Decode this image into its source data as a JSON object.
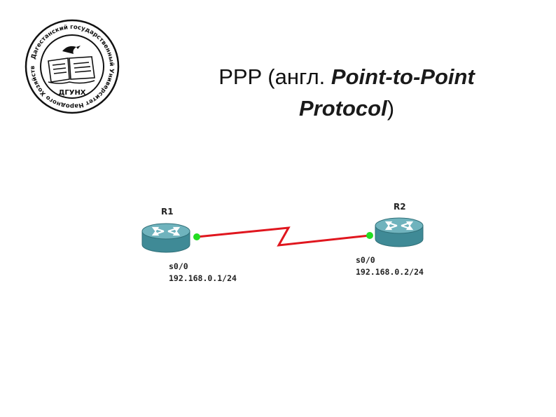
{
  "logo": {
    "ring_text": "Дагестанский государственный Университет Народного Хозяйства",
    "abbrev": "ДГУНХ"
  },
  "title": {
    "prefix": "PPP (англ.",
    "emphasis_line1": "Point-to-Point",
    "emphasis_line2": "Protocol",
    "suffix": ")"
  },
  "diagram": {
    "routers": [
      {
        "name": "R1",
        "interface": "s0/0",
        "address": "192.168.0.1/24"
      },
      {
        "name": "R2",
        "interface": "s0/0",
        "address": "192.168.0.2/24"
      }
    ],
    "colors": {
      "router_top": "#6fb3bd",
      "router_side": "#3f8a96",
      "link": "#e0161e",
      "port": "#22dd22"
    }
  }
}
